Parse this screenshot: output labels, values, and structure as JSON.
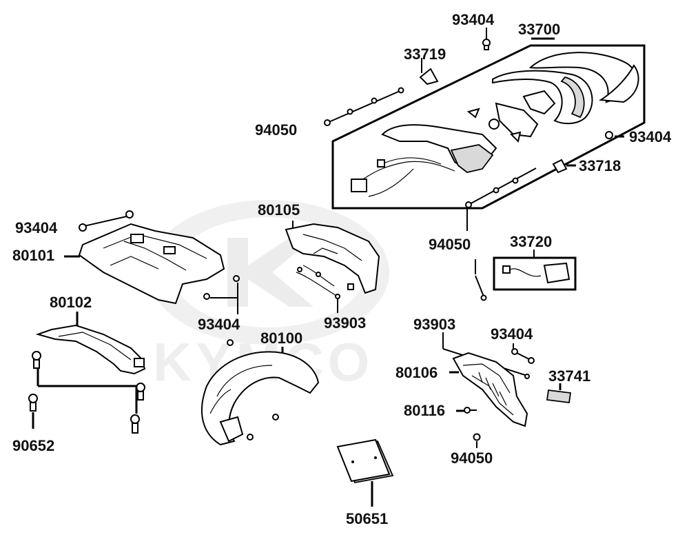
{
  "diagram": {
    "watermark": "KYMCO",
    "labels": {
      "p33700": "33700",
      "p93404_top": "93404",
      "p33719": "33719",
      "p94050_left": "94050",
      "p93404_right": "93404",
      "p33718": "33718",
      "p80105": "80105",
      "p93404_left": "93404",
      "p80101": "80101",
      "p94050_mid": "94050",
      "p33720": "33720",
      "p80102": "80102",
      "p93404_center": "93404",
      "p93903_center": "93903",
      "p80100": "80100",
      "p93903_right": "93903",
      "p93404_lower": "93404",
      "p80106": "80106",
      "p33741": "33741",
      "p80116": "80116",
      "p90652": "90652",
      "p94050_bottom": "94050",
      "p50651": "50651"
    }
  }
}
